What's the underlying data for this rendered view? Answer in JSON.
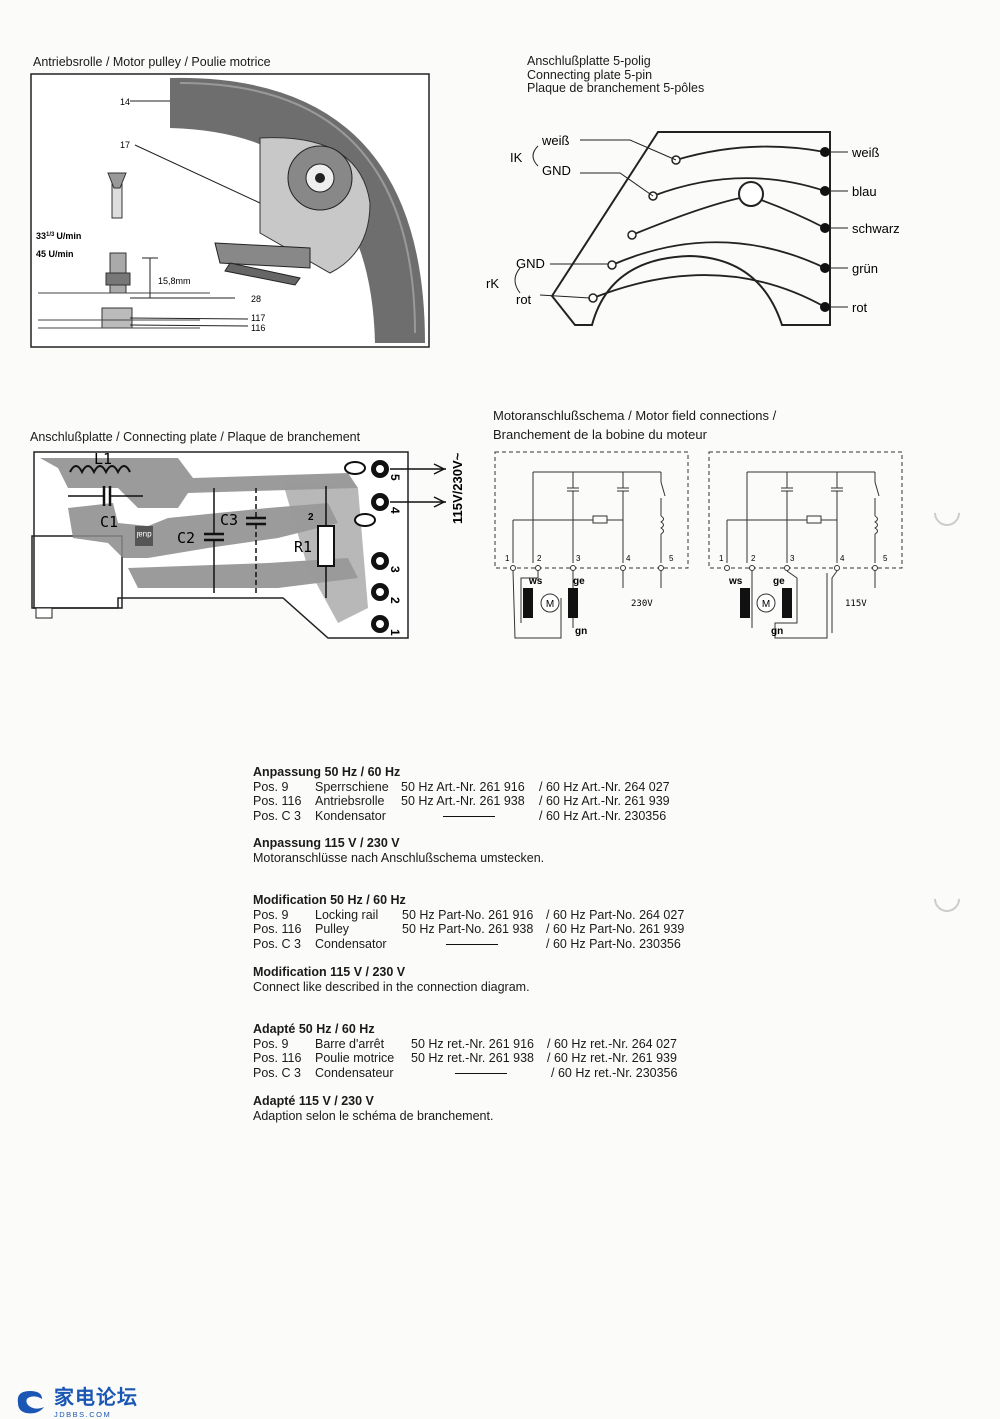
{
  "captions": {
    "motor_pulley": "Antriebsrolle / Motor pulley / Poulie motrice",
    "plate5_line1": "Anschlußplatte 5-polig",
    "plate5_line2": "Connecting plate 5-pin",
    "plate5_line3": "Plaque de branchement 5-pôles",
    "connecting_plate": "Anschlußplatte / Connecting plate / Plaque de branchement",
    "motor_field_line1": "Motoranschlußschema / Motor field connections /",
    "motor_field_line2": "Branchement de la bobine du moteur"
  },
  "pulley_figure": {
    "labels": [
      "14",
      "17",
      "28",
      "117",
      "116"
    ],
    "speed_33_main": "33",
    "speed_33_frac": "1/3",
    "speed_33_unit": "U/min",
    "speed_45": "45 U/min",
    "height": "15,8mm"
  },
  "plate5_figure": {
    "left_group_ik": "IK",
    "left_group_rk": "rK",
    "left_labels": [
      "weiß",
      "GND",
      "GND",
      "rot"
    ],
    "right_labels": [
      "weiß",
      "blau",
      "schwarz",
      "grün",
      "rot"
    ]
  },
  "pcb_figure": {
    "components": [
      "L1",
      "C1",
      "C2",
      "C3",
      "R1"
    ],
    "pins": [
      "5",
      "4",
      "3",
      "2",
      "1"
    ],
    "voltage": "115V/230V~",
    "r1_pin": "2",
    "brand": "dual"
  },
  "motor_schematics": [
    {
      "terminals": [
        "1",
        "2",
        "3",
        "4",
        "5"
      ],
      "wires": [
        "ws",
        "ge",
        "gn"
      ],
      "motor": "M",
      "voltage": "230V"
    },
    {
      "terminals": [
        "1",
        "2",
        "3",
        "4",
        "5"
      ],
      "wires": [
        "ws",
        "ge",
        "gn"
      ],
      "motor": "M",
      "voltage": "115V"
    }
  ],
  "sections": [
    {
      "heading": "Anpassung 50 Hz / 60 Hz",
      "rows": [
        {
          "pos": "Pos. 9",
          "part": "Sperrschiene",
          "a": "50 Hz Art.-Nr. 261 916",
          "b": "/ 60 Hz Art.-Nr. 264 027"
        },
        {
          "pos": "Pos. 116",
          "part": "Antriebsrolle",
          "a": "50 Hz Art.-Nr. 261 938",
          "b": "/ 60 Hz Art.-Nr. 261 939"
        },
        {
          "pos": "Pos. C 3",
          "part": "Kondensator",
          "a": "",
          "b": "/ 60 Hz Art.-Nr. 230356"
        }
      ]
    },
    {
      "heading": "Anpassung 115 V / 230 V",
      "note": "Motoranschlüsse nach Anschlußschema umstecken."
    },
    {
      "heading": "Modification 50 Hz / 60 Hz",
      "rows": [
        {
          "pos": "Pos. 9",
          "part": "Locking rail",
          "a": "50 Hz Part-No. 261 916",
          "b": "/ 60 Hz Part-No. 264 027"
        },
        {
          "pos": "Pos. 116",
          "part": "Pulley",
          "a": "50 Hz Part-No. 261 938",
          "b": "/ 60 Hz Part-No. 261 939"
        },
        {
          "pos": "Pos. C 3",
          "part": "Condensator",
          "a": "",
          "b": "/ 60 Hz Part-No. 230356"
        }
      ]
    },
    {
      "heading": "Modification 115 V / 230 V",
      "note": "Connect like described in the connection diagram."
    },
    {
      "heading": "Adapté 50 Hz / 60 Hz",
      "rows": [
        {
          "pos": "Pos. 9",
          "part": "Barre d'arrêt",
          "a": "50 Hz ret.-Nr. 261 916",
          "b": "/ 60 Hz ret.-Nr. 264 027"
        },
        {
          "pos": "Pos. 116",
          "part": "Poulie motrice",
          "a": "50 Hz ret.-Nr. 261 938",
          "b": "/ 60 Hz ret.-Nr. 261 939"
        },
        {
          "pos": "Pos. C 3",
          "part": "Condensateur",
          "a": "",
          "b": "/ 60 Hz ret.-Nr. 230356"
        }
      ]
    },
    {
      "heading": "Adapté 115 V / 230 V",
      "note": "Adaption selon le schéma de branchement."
    }
  ],
  "watermark": {
    "title": "家电论坛",
    "subtitle": "JDBBS.COM"
  }
}
